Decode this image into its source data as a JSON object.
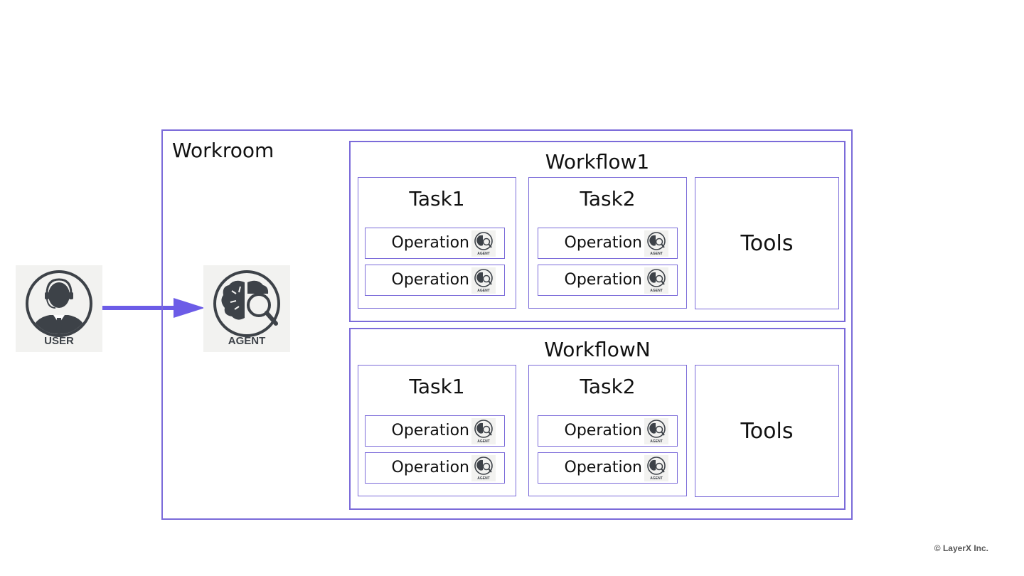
{
  "user": {
    "label": "USER"
  },
  "agent": {
    "label": "AGENT"
  },
  "workroom": {
    "title": "Workroom"
  },
  "workflows": [
    {
      "title": "Workflow1",
      "tasks": [
        {
          "title": "Task1",
          "operations": [
            {
              "label": "Operation",
              "icon_label": "AGENT"
            },
            {
              "label": "Operation",
              "icon_label": "AGENT"
            }
          ]
        },
        {
          "title": "Task2",
          "operations": [
            {
              "label": "Operation",
              "icon_label": "AGENT"
            },
            {
              "label": "Operation",
              "icon_label": "AGENT"
            }
          ]
        }
      ],
      "tools": "Tools"
    },
    {
      "title": "WorkflowN",
      "tasks": [
        {
          "title": "Task1",
          "operations": [
            {
              "label": "Operation",
              "icon_label": "AGENT"
            },
            {
              "label": "Operation",
              "icon_label": "AGENT"
            }
          ]
        },
        {
          "title": "Task2",
          "operations": [
            {
              "label": "Operation",
              "icon_label": "AGENT"
            },
            {
              "label": "Operation",
              "icon_label": "AGENT"
            }
          ]
        }
      ],
      "tools": "Tools"
    }
  ],
  "footer": {
    "copyright": "© LayerX Inc."
  },
  "colors": {
    "frame": "#7b6bd9",
    "arrow": "#6c5ce7",
    "icon": "#3d4248",
    "icon_bg": "#f2f2f0"
  },
  "icons": {
    "user": "user-headset-icon",
    "agent": "agent-brain-search-icon"
  }
}
